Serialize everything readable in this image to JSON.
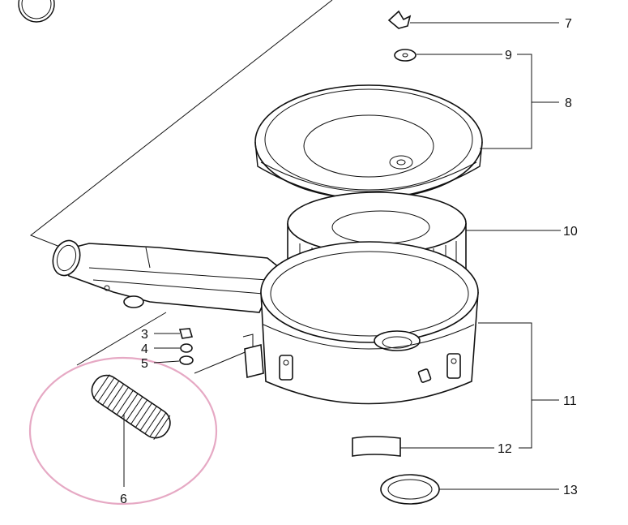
{
  "diagram": {
    "highlight_color": "#e6a9c4",
    "line_color": "#111111",
    "callouts": {
      "c3": "3",
      "c4": "4",
      "c5": "5",
      "c6": "6",
      "c7": "7",
      "c8": "8",
      "c9": "9",
      "c10": "10",
      "c11": "11",
      "c12": "12",
      "c13": "13"
    }
  }
}
